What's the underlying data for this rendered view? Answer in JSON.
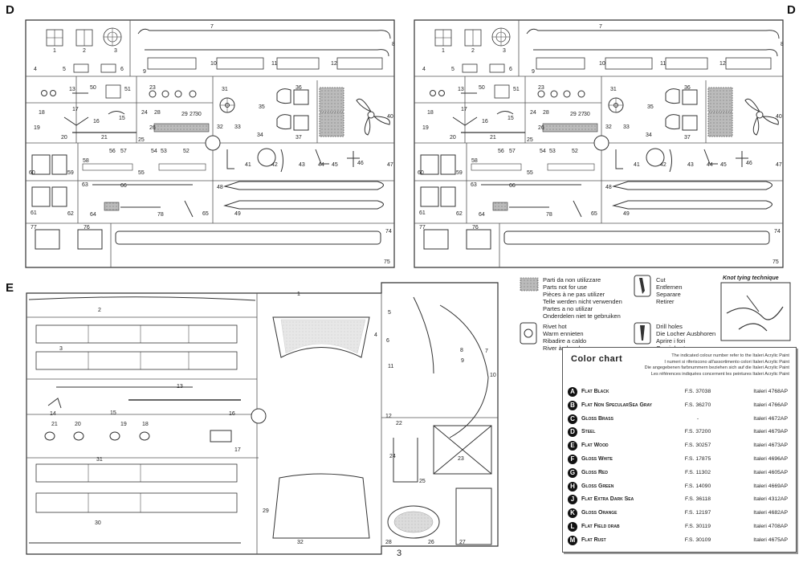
{
  "sprue_letters": {
    "d_left": "D",
    "d_right": "D",
    "e": "E"
  },
  "page_number": "3",
  "d_numbers": [
    "1",
    "2",
    "3",
    "4",
    "5",
    "6",
    "7",
    "8",
    "9",
    "10",
    "11",
    "12",
    "13",
    "15",
    "16",
    "17",
    "18",
    "19",
    "20",
    "21",
    "23",
    "24",
    "25",
    "26",
    "27",
    "28",
    "29",
    "30",
    "31",
    "32",
    "33",
    "34",
    "35",
    "36",
    "37",
    "40",
    "41",
    "42",
    "43",
    "44",
    "45",
    "46",
    "47",
    "48",
    "49",
    "50",
    "51",
    "52",
    "53",
    "54",
    "55",
    "56",
    "57",
    "58",
    "59",
    "60",
    "61",
    "62",
    "63",
    "64",
    "65",
    "66",
    "74",
    "75",
    "76",
    "77",
    "78"
  ],
  "e_numbers": [
    "1",
    "2",
    "3",
    "4",
    "5",
    "6",
    "7",
    "8",
    "9",
    "10",
    "11",
    "12",
    "13",
    "14",
    "15",
    "16",
    "17",
    "18",
    "19",
    "20",
    "21",
    "22",
    "23",
    "24",
    "25",
    "26",
    "27",
    "28",
    "29",
    "30",
    "31",
    "32"
  ],
  "legend": {
    "not_used": [
      "Parti da non utilizzare",
      "Parts not for use",
      "Pièces à ne pas utilizer",
      "Telle werden nicht verwenden",
      "Partes a no utilizar",
      "Onderdelen niet te gebruiken"
    ],
    "cut": [
      "Cut",
      "Entfernen",
      "Separare",
      "Retirer"
    ],
    "rivet": [
      "Rivet hot",
      "Warm ennieten",
      "Ribadire a caldo",
      "River à chaud"
    ],
    "drill": [
      "Drill holes",
      "Die Locher Ausbhoren",
      "Aprire i fori",
      "Ouvrir les trous"
    ]
  },
  "knot_title": "Knot tying technique",
  "color_chart": {
    "title": "Color chart",
    "intro": [
      "The indicated colour number refer to the Italeri Acrylic Paint",
      "I numeri si riferiscono all'assortimento colori Italeri Acrylic Paint",
      "Die angegebenen farbnummern beziehen sich auf die Italeri Acrylic Paint",
      "Les références indiquées concernent les peintures Italeri Acrylic Paint"
    ],
    "rows": [
      {
        "letter": "A",
        "name": "Flat Black",
        "fs": "F.S. 37038",
        "code": "Italeri 4768AP"
      },
      {
        "letter": "B",
        "name": "Flat Non SpecularSea Gray",
        "fs": "F.S. 36270",
        "code": "Italeri 4766AP"
      },
      {
        "letter": "C",
        "name": "Gloss Brass",
        "fs": "-",
        "code": "Italeri 4672AP"
      },
      {
        "letter": "D",
        "name": "Steel",
        "fs": "F.S. 37200",
        "code": "Italeri 4679AP"
      },
      {
        "letter": "E",
        "name": "Flat Wood",
        "fs": "F.S. 30257",
        "code": "Italeri 4673AP"
      },
      {
        "letter": "F",
        "name": "Gloss White",
        "fs": "F.S. 17875",
        "code": "Italeri 4696AP"
      },
      {
        "letter": "G",
        "name": "Gloss Red",
        "fs": "F.S. 11302",
        "code": "Italeri 4605AP"
      },
      {
        "letter": "H",
        "name": "Gloss Green",
        "fs": "F.S. 14090",
        "code": "Italeri 4669AP"
      },
      {
        "letter": "J",
        "name": "Flat Extra Dark Sea",
        "fs": "F.S. 36118",
        "code": "Italeri 4312AP"
      },
      {
        "letter": "K",
        "name": "Gloss Orange",
        "fs": "F.S. 12197",
        "code": "Italeri 4682AP"
      },
      {
        "letter": "L",
        "name": "Flat Field drab",
        "fs": "F.S. 30119",
        "code": "Italeri 4708AP"
      },
      {
        "letter": "M",
        "name": "Flat Rust",
        "fs": "F.S. 30109",
        "code": "Italeri 4675AP"
      }
    ]
  }
}
